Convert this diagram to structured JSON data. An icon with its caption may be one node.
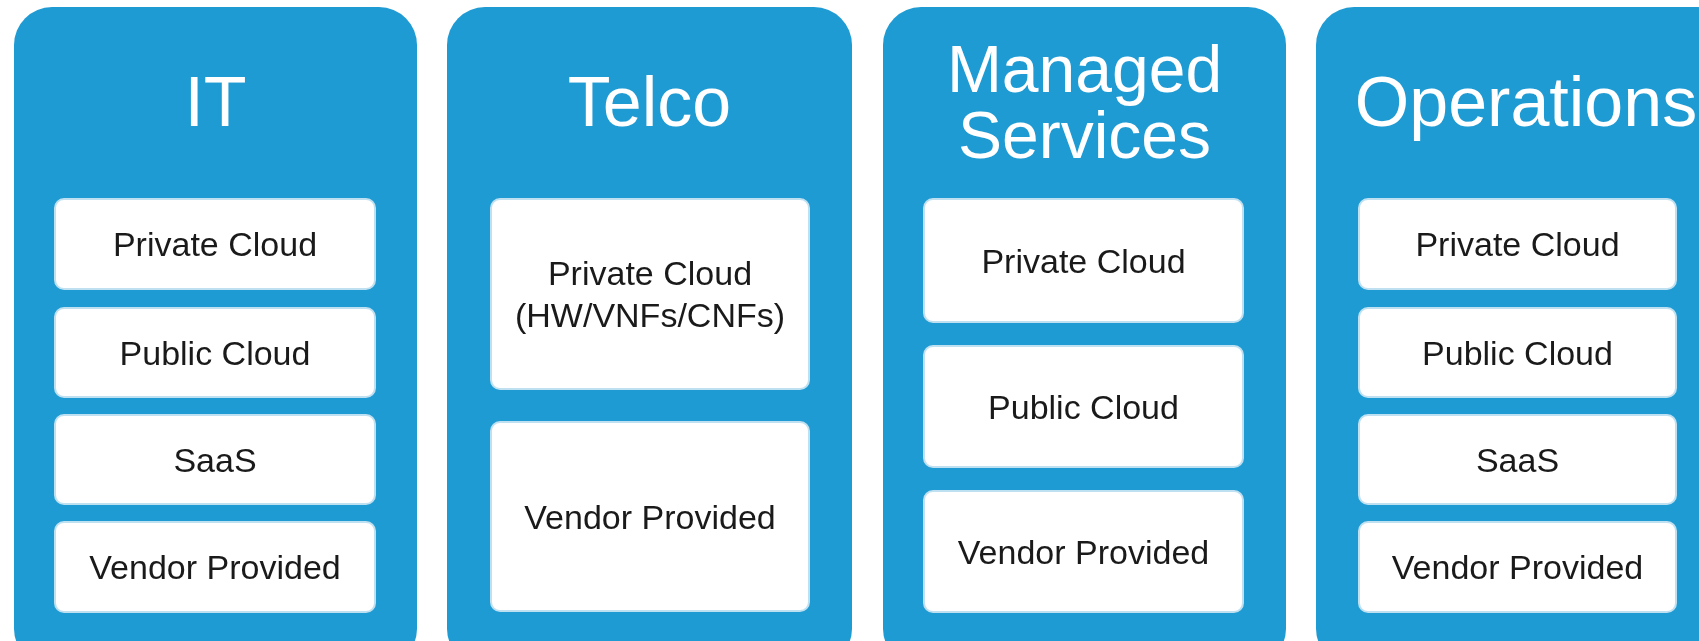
{
  "diagram": {
    "nodes": [
      {
        "text": [
          "IT"
        ]
      },
      {
        "text": [
          "Private Cloud"
        ],
        "in": 0
      },
      {
        "text": [
          "Public Cloud"
        ],
        "in": 0
      },
      {
        "text": [
          "SaaS"
        ],
        "in": 0
      },
      {
        "text": [
          "Vendor Provided"
        ],
        "in": 0
      },
      {
        "text": [
          "Telco"
        ]
      },
      {
        "text": [
          "Private Cloud (HW/VNFs/CNFs)"
        ],
        "in": 5
      },
      {
        "text": [
          "Vendor Provided"
        ],
        "in": 5
      },
      {
        "text": [
          "Managed Services"
        ]
      },
      {
        "text": [
          "Private Cloud"
        ],
        "in": 8
      },
      {
        "text": [
          "Public Cloud"
        ],
        "in": 8
      },
      {
        "text": [
          "Vendor Provided"
        ],
        "in": 8
      },
      {
        "text": [
          "Operations"
        ]
      },
      {
        "text": [
          "Private Cloud"
        ],
        "in": 12
      },
      {
        "text": [
          "Public Cloud"
        ],
        "in": 12
      },
      {
        "text": [
          "SaaS"
        ],
        "in": 12
      },
      {
        "text": [
          "Vendor Provided"
        ],
        "in": 12
      }
    ]
  }
}
